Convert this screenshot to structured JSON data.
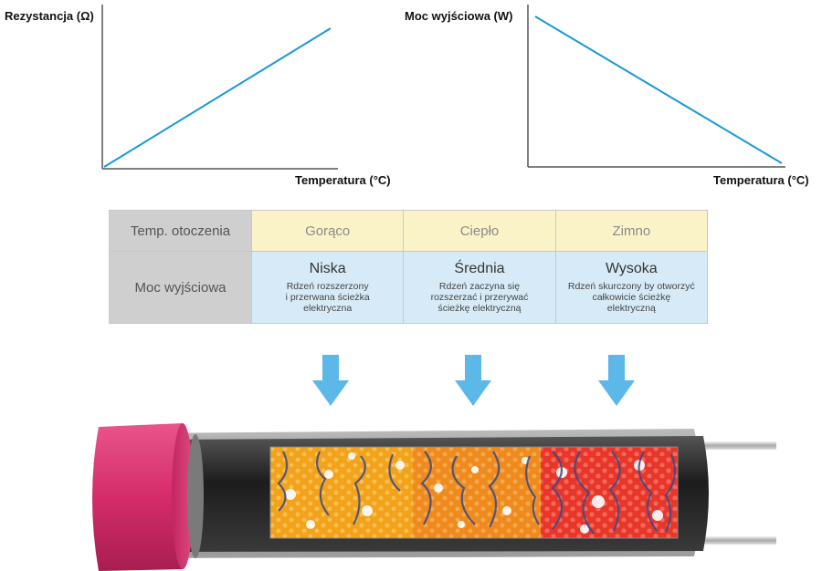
{
  "charts": [
    {
      "title": "",
      "ylabel": "Rezystancja (Ω)",
      "xlabel": "Temperatura (°C)",
      "type": "line",
      "trend": "increasing",
      "line_color": "#1a9ad6"
    },
    {
      "title": "",
      "ylabel": "Moc wyjściowa (W)",
      "xlabel": "Temperatura (°C)",
      "type": "line",
      "trend": "decreasing",
      "line_color": "#1a9ad6"
    }
  ],
  "table": {
    "row1_header": "Temp. otoczenia",
    "row2_header": "Moc wyjściowa",
    "conditions": [
      "Gorąco",
      "Ciepło",
      "Zimno"
    ],
    "outputs": [
      {
        "level": "Niska",
        "lines": [
          "Rdzeń rozszerzony",
          "i przerwana ścieżka",
          "elektryczna"
        ]
      },
      {
        "level": "Średnia",
        "lines": [
          "Rdzeń zaczyna się",
          "rozszerzać i przerywać",
          "ścieżkę elektryczną"
        ]
      },
      {
        "level": "Wysoka",
        "lines": [
          "Rdzeń skurczony by otworzyć",
          "całkowicie ścieżkę elektryczną"
        ]
      }
    ],
    "colors": {
      "header_bg": "#cfcfcf",
      "condition_bg": "#fbf3c8",
      "output_bg": "#d6ebf7"
    }
  },
  "arrows": {
    "color": "#5bb8e8",
    "icon": "arrow-down-icon"
  },
  "cable": {
    "icon": "self-regulating-heating-cable-illustration",
    "jacket_color": "#d42c6a",
    "segments": [
      {
        "zone": "hot",
        "color": "#f3a21c"
      },
      {
        "zone": "warm",
        "color": "#ef8a1e"
      },
      {
        "zone": "cold",
        "color": "#e8362a"
      }
    ]
  }
}
